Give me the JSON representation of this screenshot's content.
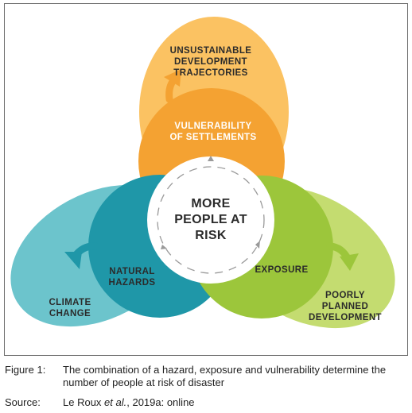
{
  "diagram": {
    "center": {
      "lines": [
        "MORE",
        "PEOPLE AT",
        "RISK"
      ]
    },
    "inner_labels": {
      "vulnerability": [
        "VULNERABILITY",
        "OF SETTLEMENTS"
      ],
      "hazards": [
        "NATURAL",
        "HAZARDS"
      ],
      "exposure": [
        "EXPOSURE"
      ]
    },
    "outer_labels": {
      "top": [
        "UNSUSTAINABLE",
        "DEVELOPMENT",
        "TRAJECTORIES"
      ],
      "left": [
        "CLIMATE",
        "CHANGE"
      ],
      "right": [
        "POORLY",
        "PLANNED",
        "DEVELOPMENT"
      ]
    },
    "colors": {
      "orange_light": "#fbc262",
      "orange_dark": "#f4a232",
      "teal_light": "#6cc4cc",
      "teal_dark": "#1f97a8",
      "green_light": "#c4dc70",
      "green_dark": "#9cc63b",
      "center_fill": "#ffffff",
      "text_dark": "#2b2b2b",
      "text_light": "#ffffff"
    }
  },
  "caption": {
    "figure_label": "Figure 1:",
    "figure_text": "The combination of a hazard, exposure and vulnerability determine the number of people at risk of disaster",
    "source_label": "Source:",
    "source_author_pre": "Le Roux ",
    "source_author_em": "et al.",
    "source_rest": ", 2019a: online"
  }
}
